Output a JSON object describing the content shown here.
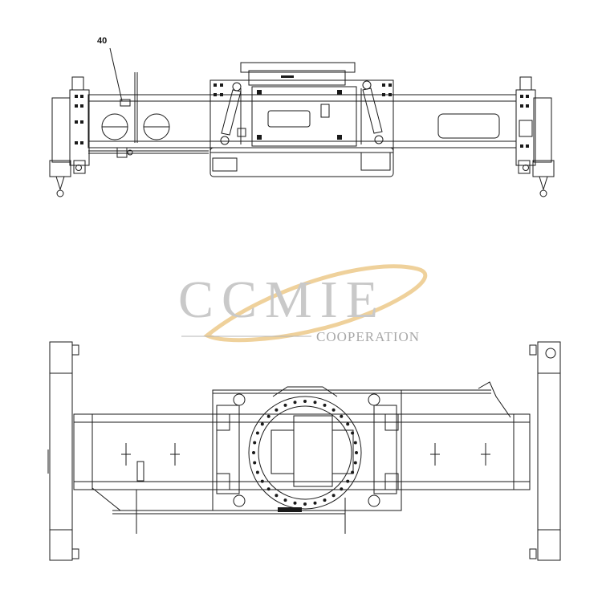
{
  "callouts": {
    "part_40": "40"
  },
  "watermark": {
    "brand": "CCMIE",
    "tagline": "COOPERATION",
    "swoosh_color": "#ecc98a",
    "text_color": "#c9c9c9"
  },
  "colors": {
    "line": "#1a1a1a",
    "background": "#ffffff"
  }
}
